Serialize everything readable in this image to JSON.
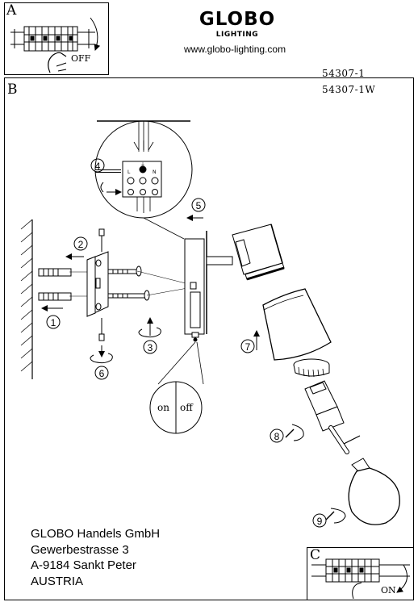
{
  "sections": {
    "a": "A",
    "b": "B",
    "c": "C"
  },
  "brand": {
    "name": "GLOBO",
    "sub": "LIGHTING",
    "url": "www.globo-lighting.com"
  },
  "article_numbers": [
    "54307-1",
    "54307-1W"
  ],
  "switch_states": {
    "off": "OFF",
    "on": "ON"
  },
  "terminal_marks": {
    "live": "L",
    "earth": "⏚",
    "neutral": "N"
  },
  "wall_switch": {
    "on": "on",
    "off": "off"
  },
  "steps": [
    "1",
    "2",
    "3",
    "4",
    "5",
    "6",
    "7",
    "8",
    "9"
  ],
  "address": {
    "company": "GLOBO Handels GmbH",
    "street": "Gewerbestrasse 3",
    "city": "A-9184 Sankt Peter",
    "country": "AUSTRIA"
  }
}
